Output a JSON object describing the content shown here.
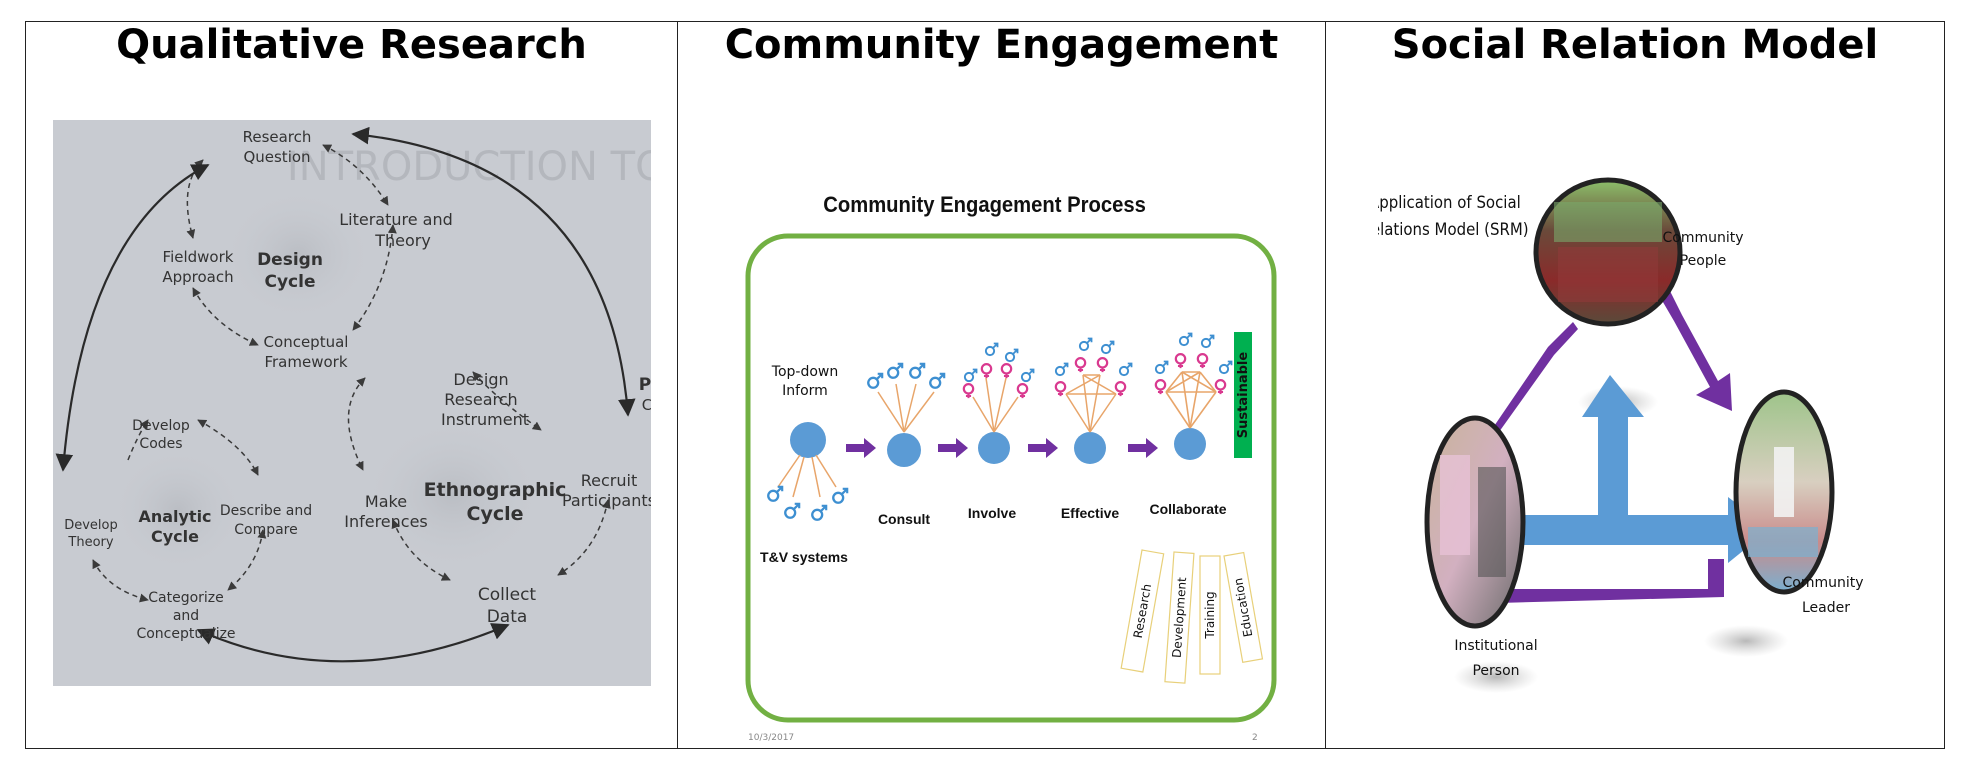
{
  "panels": [
    {
      "title": "Qualitative Research",
      "design_cycle": {
        "center": [
          "Design",
          "Cycle"
        ],
        "nodes": {
          "research_question": [
            "Research",
            "Question"
          ],
          "literature_theory": [
            "Literature and",
            "Theory"
          ],
          "conceptual_framework": [
            "Conceptual",
            "Framework"
          ],
          "fieldwork_approach": [
            "Fieldwork",
            "Approach"
          ]
        }
      },
      "analytic_cycle": {
        "center": [
          "Analytic",
          "Cycle"
        ],
        "nodes": {
          "develop_codes": [
            "Develop",
            "Codes"
          ],
          "describe_compare": [
            "Describe and",
            "Compare"
          ],
          "categorize": [
            "Categorize",
            "and",
            "Conceptualize"
          ],
          "develop_theory": [
            "Develop",
            "Theory"
          ]
        }
      },
      "ethnographic_cycle": {
        "center": [
          "Ethnographic",
          "Cycle"
        ],
        "nodes": {
          "design_instrument": [
            "Design",
            "Research",
            "Instrument"
          ],
          "recruit": [
            "Recruit",
            "Participants"
          ],
          "collect_data": [
            "Collect",
            "Data"
          ],
          "make_inferences": [
            "Make",
            "Inferences"
          ]
        }
      },
      "bg_text": "INTRODUCTION TO THE",
      "edge_text": [
        "P",
        "C"
      ]
    },
    {
      "title": "Community Engagement",
      "slide_title": "Community Engagement Process",
      "top_down": [
        "Top-down",
        "Inform"
      ],
      "tv_systems": "T&V systems",
      "stages": [
        "Consult",
        "Involve",
        "Effective",
        "Collaborate"
      ],
      "sustainable": "Sustainable",
      "pillars": [
        "Research",
        "Development",
        "Training",
        "Education"
      ],
      "footer_date": "10/3/2017",
      "footer_page": "2",
      "colors": {
        "border": "#72b043",
        "circle": "#5b9bd5",
        "arrow": "#7030a0",
        "green": "#00b050",
        "male": "#3d8fd1",
        "female": "#d9398f"
      }
    },
    {
      "title": "Social Relation Model",
      "caption": [
        "Application of Social",
        "Relations Model (SRM)"
      ],
      "labels": {
        "community_people": [
          "Community",
          "People"
        ],
        "community_leader": [
          "Community",
          "Leader"
        ],
        "institutional_person": [
          "Institutional",
          "Person"
        ]
      },
      "colors": {
        "arrow": "#7030a0",
        "center": "#5b9bd5"
      }
    }
  ]
}
